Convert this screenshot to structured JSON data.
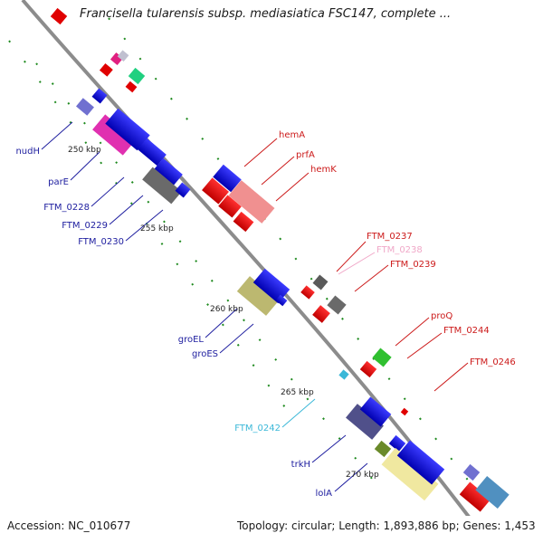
{
  "title": "Francisella tularensis subsp. mediasiatica FSC147, complete ...",
  "footer": {
    "accession": "Accession: NC_010677",
    "summary": "Topology: circular; Length: 1,893,886 bp; Genes: 1,453"
  },
  "colors": {
    "label_blue": "#2020a0",
    "label_red": "#cc1a1a",
    "label_cyan": "#3bb8d8",
    "label_pink": "#f0a8c8",
    "tick_green": "#1e8a1e",
    "backbone": "#8c8c8c"
  },
  "ticks": [
    "250 kbp",
    "255 kbp",
    "260 kbp",
    "265 kbp",
    "270 kbp"
  ],
  "labels_left": [
    "nudH",
    "parE",
    "FTM_0228",
    "FTM_0229",
    "FTM_0230",
    "groEL",
    "groES",
    "trkH",
    "lolA"
  ],
  "labels_right": [
    "hemA",
    "prfA",
    "hemK",
    "FTM_0237",
    "FTM_0238",
    "FTM_0239",
    "proQ",
    "FTM_0244",
    "FTM_0246"
  ],
  "label_cyan_left": "FTM_0242"
}
